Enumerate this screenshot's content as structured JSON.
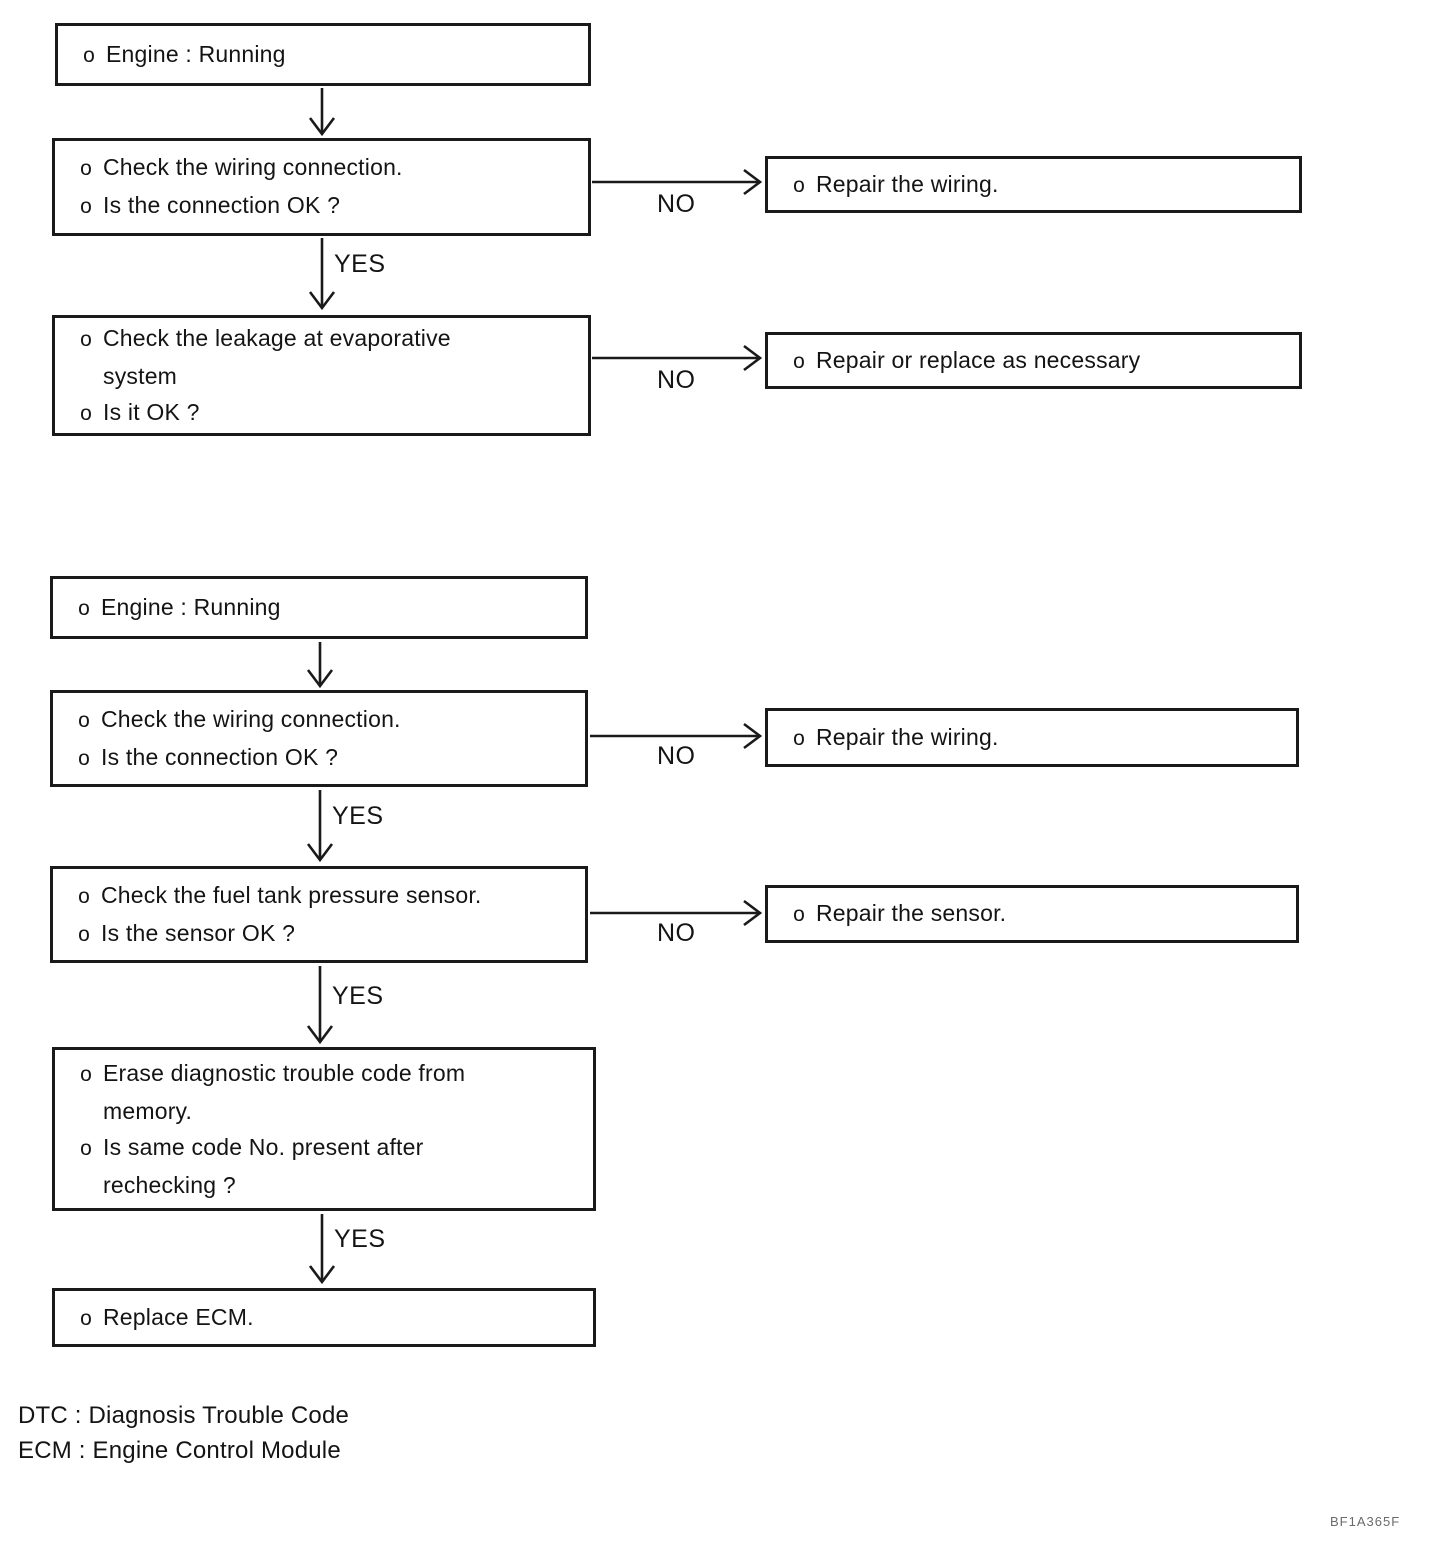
{
  "page": {
    "figure_code": "BF1A365F",
    "background": "#ffffff",
    "ink": "#1a1a1a"
  },
  "labels": {
    "yes": "YES",
    "no": "NO"
  },
  "chart1": {
    "boxes": [
      {
        "name": "engine-running",
        "items": [
          {
            "bullet": "o",
            "text": "Engine : Running"
          }
        ]
      },
      {
        "name": "check-wiring-connection",
        "items": [
          {
            "bullet": "o",
            "text": "Check the wiring connection."
          },
          {
            "bullet": "o",
            "text": "Is the connection OK ?"
          }
        ]
      },
      {
        "name": "check-leakage-evaporative",
        "items": [
          {
            "bullet": "o",
            "text": "Check the leakage at evaporative"
          },
          {
            "bullet": "",
            "text": "system"
          },
          {
            "bullet": "o",
            "text": "Is it OK ?"
          }
        ]
      }
    ],
    "side_boxes": [
      {
        "name": "repair-the-wiring",
        "items": [
          {
            "bullet": "o",
            "text": "Repair the wiring."
          }
        ]
      },
      {
        "name": "repair-or-replace",
        "items": [
          {
            "bullet": "o",
            "text": "Repair or replace as necessary"
          }
        ]
      }
    ]
  },
  "chart2": {
    "boxes": [
      {
        "name": "engine-running",
        "items": [
          {
            "bullet": "o",
            "text": "Engine : Running"
          }
        ]
      },
      {
        "name": "check-wiring-connection",
        "items": [
          {
            "bullet": "o",
            "text": "Check the wiring connection."
          },
          {
            "bullet": "o",
            "text": "Is the connection OK ?"
          }
        ]
      },
      {
        "name": "check-fuel-tank-pressure-sensor",
        "items": [
          {
            "bullet": "o",
            "text": "Check the fuel tank pressure sensor."
          },
          {
            "bullet": "o",
            "text": "Is the sensor OK ?"
          }
        ]
      },
      {
        "name": "erase-dtc-recheck",
        "items": [
          {
            "bullet": "o",
            "text": "Erase diagnostic trouble code from"
          },
          {
            "bullet": "",
            "text": "memory."
          },
          {
            "bullet": "o",
            "text": "Is same code No. present after"
          },
          {
            "bullet": "",
            "text": "rechecking ?"
          }
        ]
      },
      {
        "name": "replace-ecm",
        "items": [
          {
            "bullet": "o",
            "text": "Replace ECM."
          }
        ]
      }
    ],
    "side_boxes": [
      {
        "name": "repair-the-wiring",
        "items": [
          {
            "bullet": "o",
            "text": "Repair the wiring."
          }
        ]
      },
      {
        "name": "repair-the-sensor",
        "items": [
          {
            "bullet": "o",
            "text": "Repair the sensor."
          }
        ]
      }
    ]
  },
  "legend": {
    "line1": "DTC : Diagnosis Trouble Code",
    "line2": "ECM : Engine Control Module"
  }
}
